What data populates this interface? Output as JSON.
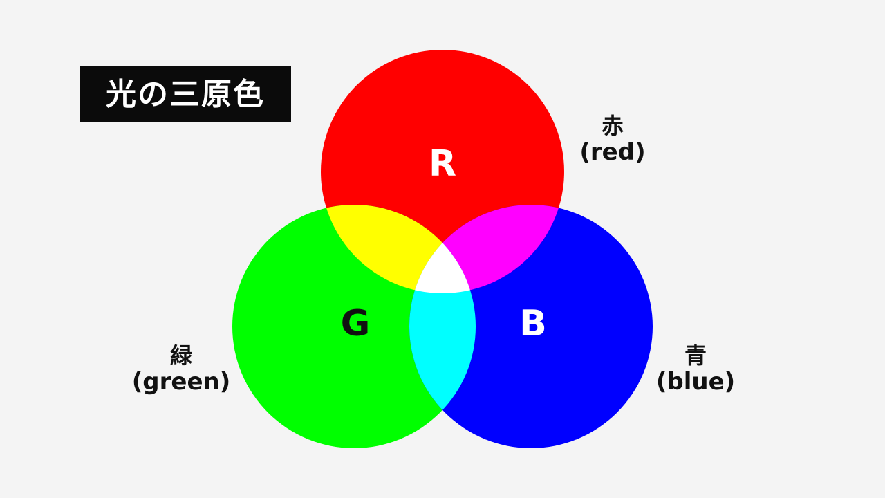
{
  "title": "光の三原色",
  "circles": {
    "red": {
      "letter": "R",
      "jp": "赤",
      "en": "(red)",
      "fill": "#ff0000",
      "letter_color": "#ffffff"
    },
    "green": {
      "letter": "G",
      "jp": "緑",
      "en": "(green)",
      "fill": "#00ff00",
      "letter_color": "#111111"
    },
    "blue": {
      "letter": "B",
      "jp": "青",
      "en": "(blue)",
      "fill": "#0000ff",
      "letter_color": "#ffffff"
    }
  },
  "overlap_colors": {
    "red_green": "#ffff00",
    "red_blue": "#ff00ff",
    "green_blue": "#00ffff",
    "all": "#ffffff"
  },
  "colors": {
    "background": "#f4f4f4",
    "title_background": "#0b0b0b",
    "title_text": "#ffffff",
    "label_text": "#111111"
  }
}
